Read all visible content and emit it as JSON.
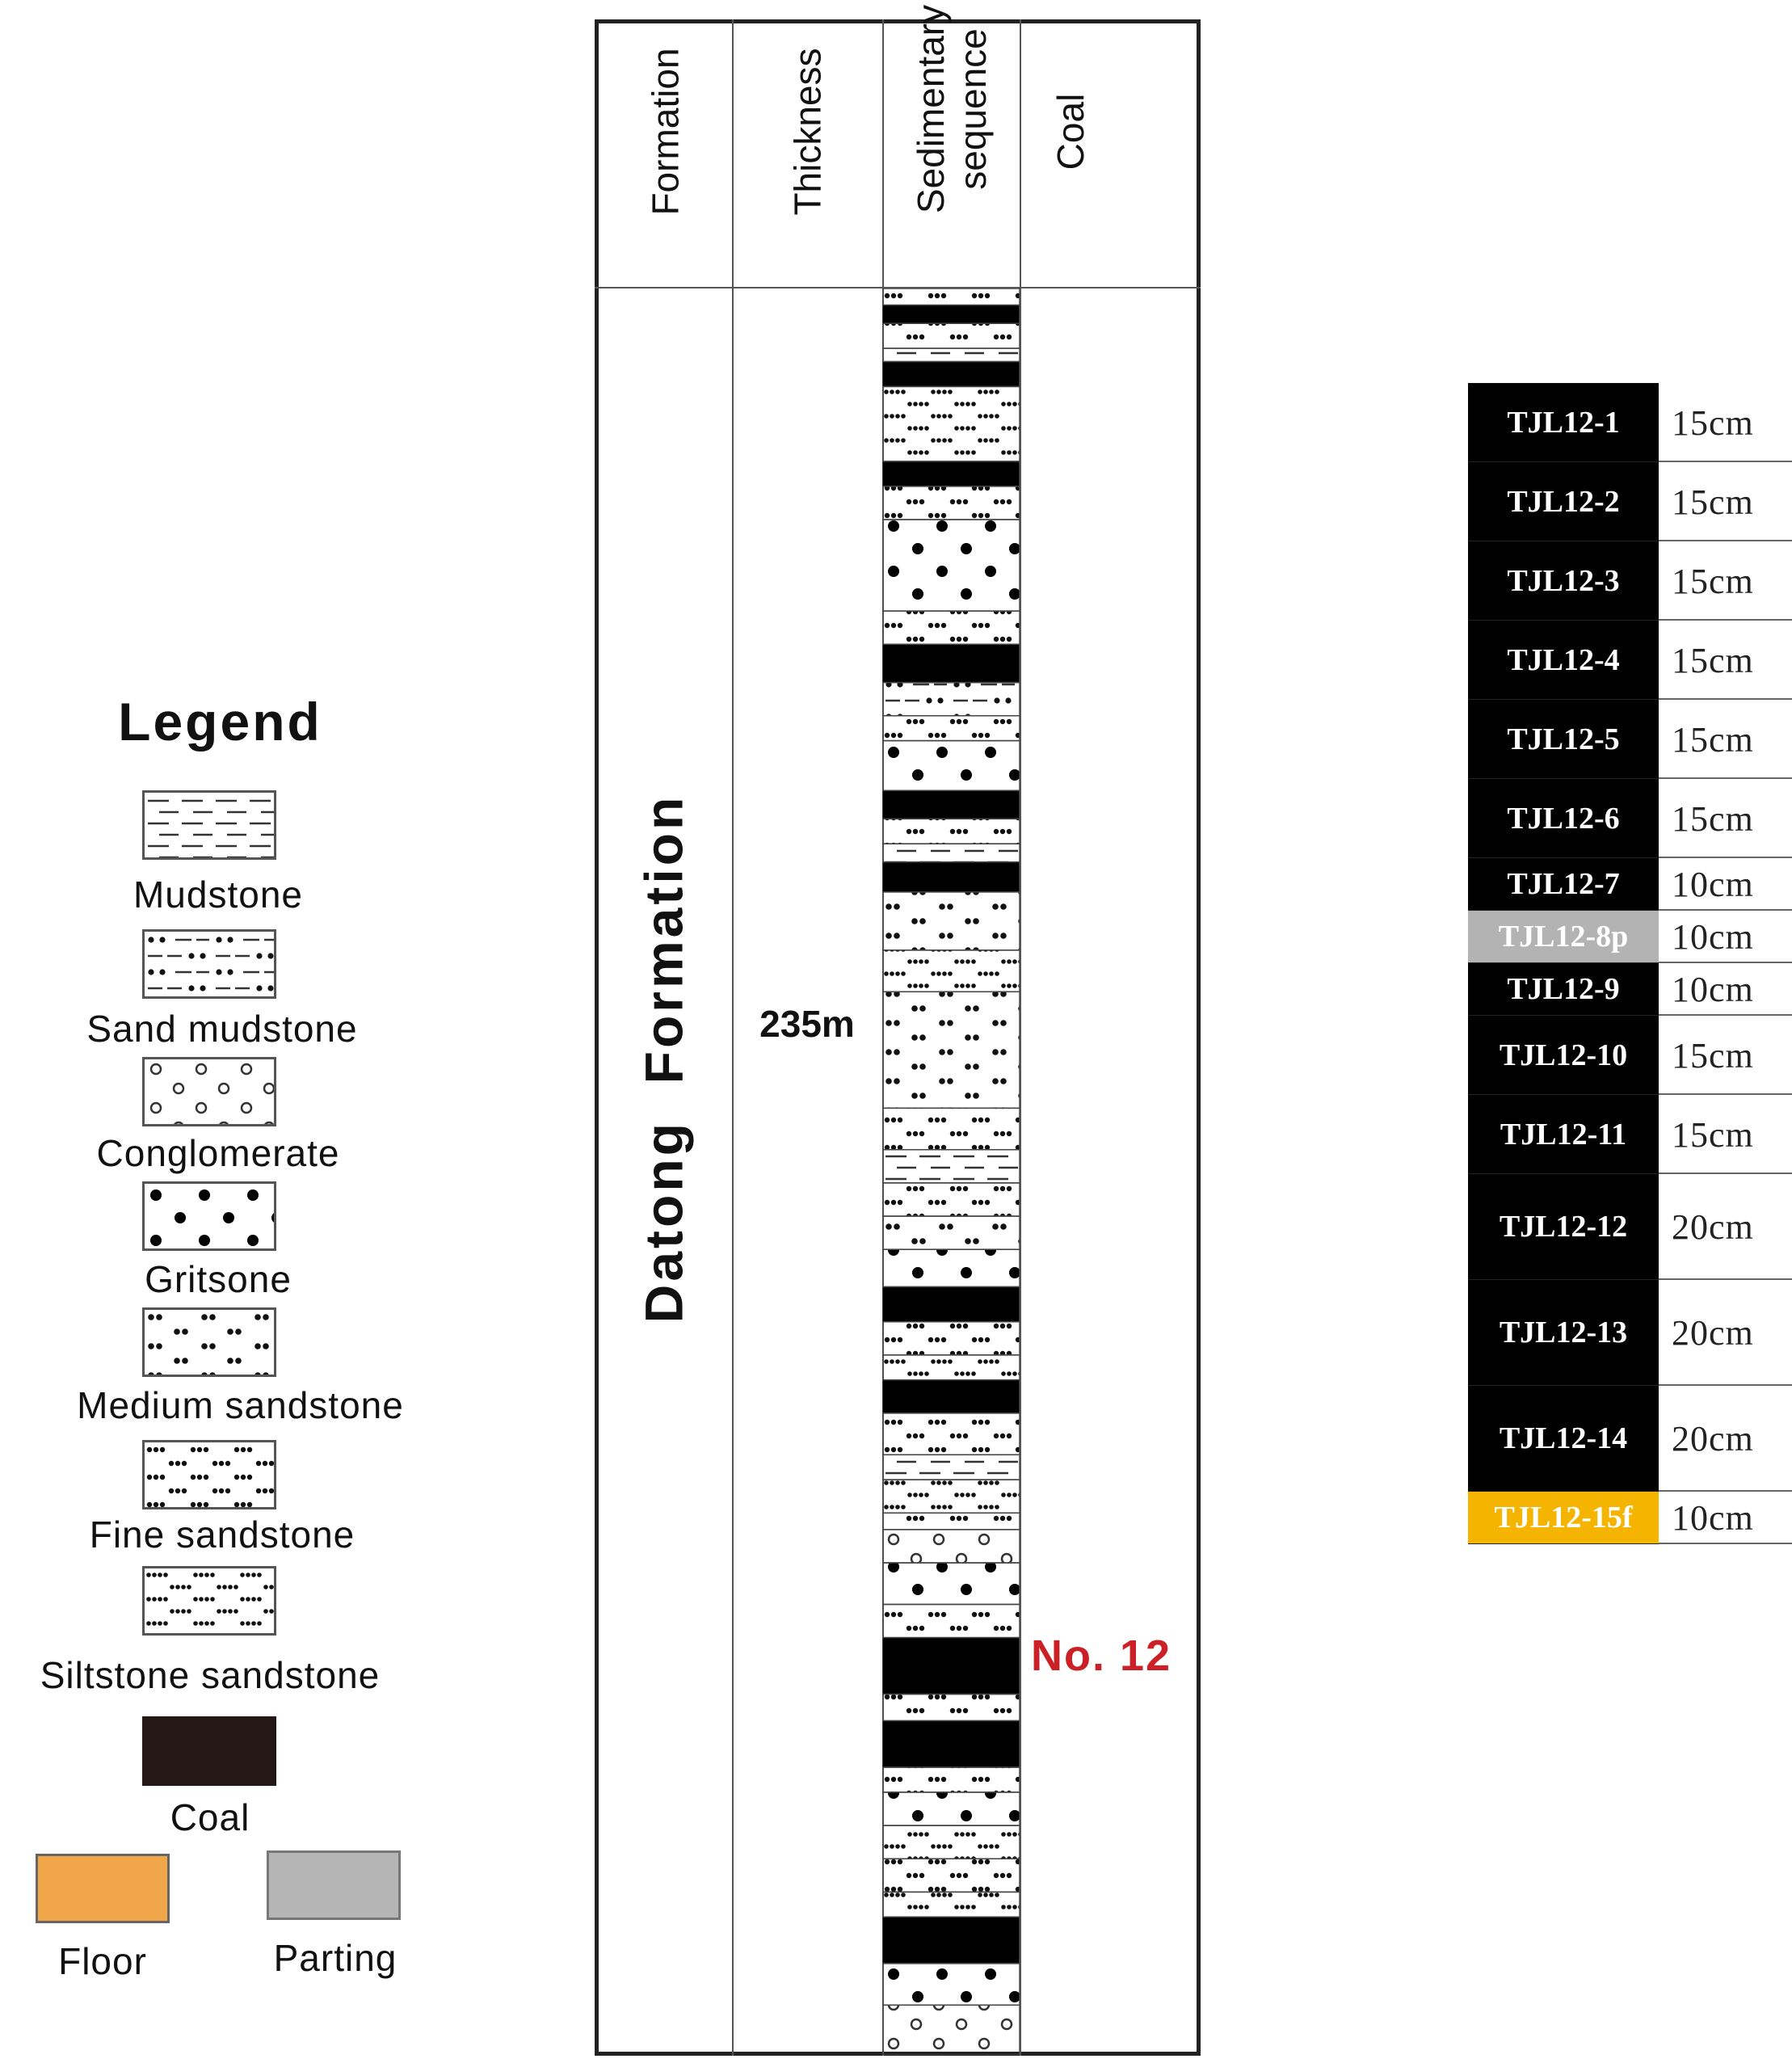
{
  "legend": {
    "title": "Legend",
    "items": [
      {
        "label": "Mudstone",
        "pattern": "pat-mud"
      },
      {
        "label": "Sand mudstone",
        "pattern": "pat-sandmud"
      },
      {
        "label": "Conglomerate",
        "pattern": "pat-cong"
      },
      {
        "label": "Gritsone",
        "pattern": "pat-grit"
      },
      {
        "label": "Medium sandstone",
        "pattern": "pat-med"
      },
      {
        "label": "Fine sandstone",
        "pattern": "pat-fine"
      },
      {
        "label": "Siltstone sandstone",
        "pattern": "pat-silt"
      },
      {
        "label": "Coal",
        "color": "#231815"
      },
      {
        "label": "Floor",
        "color": "#f2a64a"
      },
      {
        "label": "Parting",
        "color": "#b5b5b5"
      }
    ]
  },
  "column": {
    "headers": [
      "Formation",
      "Thickness",
      "Sedimentary sequence",
      "Coal"
    ],
    "formation_name": "Datong  Formation",
    "thickness": "235m",
    "coal_seam_label": "No. 12"
  },
  "colors": {
    "coal": "#000000",
    "floor": "#f5b400",
    "parting": "#b3b3b3",
    "seam_label": "#cc2027"
  },
  "strata": [
    {
      "type": "fine",
      "thickness": 20
    },
    {
      "type": "coal",
      "thickness": 22
    },
    {
      "type": "fine",
      "thickness": 30
    },
    {
      "type": "mud",
      "thickness": 16
    },
    {
      "type": "coal",
      "thickness": 30
    },
    {
      "type": "silt",
      "thickness": 90
    },
    {
      "type": "coal",
      "thickness": 30
    },
    {
      "type": "fine",
      "thickness": 40
    },
    {
      "type": "grit",
      "thickness": 110
    },
    {
      "type": "fine",
      "thickness": 40
    },
    {
      "type": "coal",
      "thickness": 46
    },
    {
      "type": "sandmud",
      "thickness": 40
    },
    {
      "type": "fine",
      "thickness": 30
    },
    {
      "type": "grit",
      "thickness": 60
    },
    {
      "type": "coal",
      "thickness": 34
    },
    {
      "type": "fine",
      "thickness": 30
    },
    {
      "type": "mud",
      "thickness": 22
    },
    {
      "type": "coal",
      "thickness": 36
    },
    {
      "type": "med",
      "thickness": 70
    },
    {
      "type": "silt",
      "thickness": 50
    },
    {
      "type": "med",
      "thickness": 140
    },
    {
      "type": "fine",
      "thickness": 50
    },
    {
      "type": "mud",
      "thickness": 40
    },
    {
      "type": "fine",
      "thickness": 40
    },
    {
      "type": "med",
      "thickness": 40
    },
    {
      "type": "grit",
      "thickness": 45
    },
    {
      "type": "coal",
      "thickness": 42
    },
    {
      "type": "fine",
      "thickness": 40
    },
    {
      "type": "silt",
      "thickness": 30
    },
    {
      "type": "coal",
      "thickness": 40
    },
    {
      "type": "fine",
      "thickness": 50
    },
    {
      "type": "mud",
      "thickness": 30
    },
    {
      "type": "silt",
      "thickness": 40
    },
    {
      "type": "fine",
      "thickness": 20
    },
    {
      "type": "cong",
      "thickness": 40
    },
    {
      "type": "grit",
      "thickness": 50
    },
    {
      "type": "fine",
      "thickness": 40
    },
    {
      "type": "coal",
      "thickness": 68
    },
    {
      "type": "fine",
      "thickness": 32
    },
    {
      "type": "coal",
      "thickness": 56
    },
    {
      "type": "fine",
      "thickness": 30
    },
    {
      "type": "grit",
      "thickness": 40
    },
    {
      "type": "silt",
      "thickness": 40
    },
    {
      "type": "fine",
      "thickness": 40
    },
    {
      "type": "silt",
      "thickness": 30
    },
    {
      "type": "coal",
      "thickness": 56
    },
    {
      "type": "grit",
      "thickness": 50
    },
    {
      "type": "cong",
      "thickness": 60
    }
  ],
  "samples": [
    {
      "id": "TJL12-1",
      "thickness": "15cm",
      "type": "coal"
    },
    {
      "id": "TJL12-2",
      "thickness": "15cm",
      "type": "coal"
    },
    {
      "id": "TJL12-3",
      "thickness": "15cm",
      "type": "coal"
    },
    {
      "id": "TJL12-4",
      "thickness": "15cm",
      "type": "coal"
    },
    {
      "id": "TJL12-5",
      "thickness": "15cm",
      "type": "coal"
    },
    {
      "id": "TJL12-6",
      "thickness": "15cm",
      "type": "coal"
    },
    {
      "id": "TJL12-7",
      "thickness": "10cm",
      "type": "coal"
    },
    {
      "id": "TJL12-8p",
      "thickness": "10cm",
      "type": "parting"
    },
    {
      "id": "TJL12-9",
      "thickness": "10cm",
      "type": "coal"
    },
    {
      "id": "TJL12-10",
      "thickness": "15cm",
      "type": "coal"
    },
    {
      "id": "TJL12-11",
      "thickness": "15cm",
      "type": "coal"
    },
    {
      "id": "TJL12-12",
      "thickness": "20cm",
      "type": "coal"
    },
    {
      "id": "TJL12-13",
      "thickness": "20cm",
      "type": "coal"
    },
    {
      "id": "TJL12-14",
      "thickness": "20cm",
      "type": "coal"
    },
    {
      "id": "TJL12-15f",
      "thickness": "10cm",
      "type": "floor"
    }
  ]
}
